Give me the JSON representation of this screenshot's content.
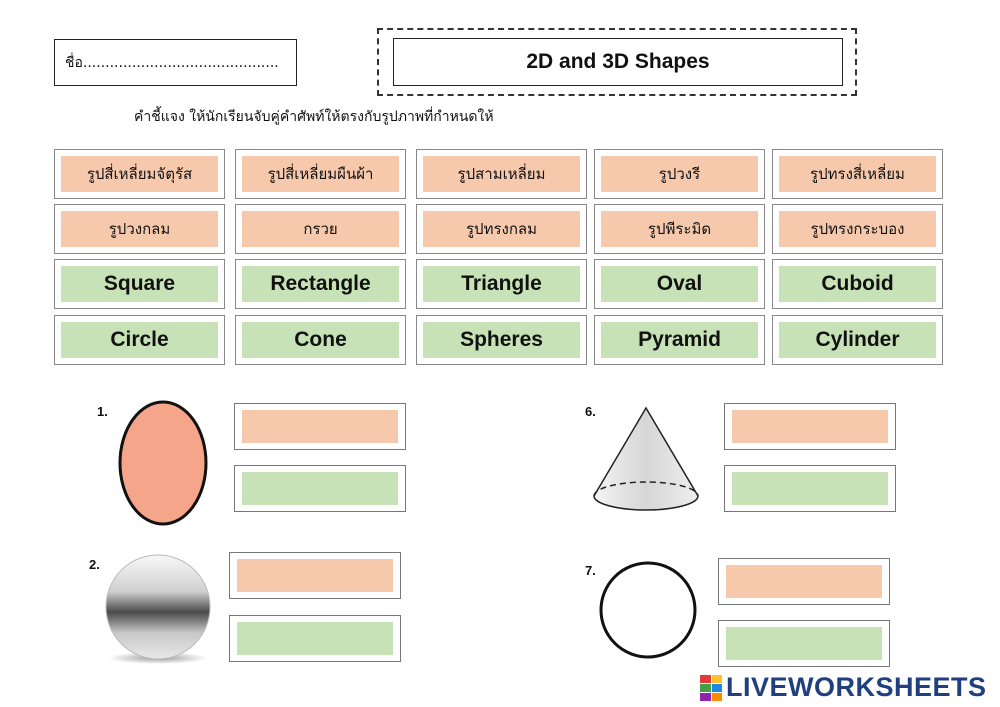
{
  "header": {
    "name_label": "ชื่อ............................................",
    "title": "2D and 3D Shapes",
    "instructions": "คำชี้แจง ให้นักเรียนจับคู่คำศัพท์ให้ตรงกับรูปภาพที่กำหนดให้"
  },
  "word_bank": {
    "thai_row1": [
      "รูปสี่เหลี่ยมจัตุรัส",
      "รูปสี่เหลี่ยมผืนผ้า",
      "รูปสามเหลี่ยม",
      "รูปวงรี",
      "รูปทรงสี่เหลี่ยม"
    ],
    "thai_row2": [
      "รูปวงกลม",
      "กรวย",
      "รูปทรงกลม",
      "รูปพีระมิด",
      "รูปทรงกระบอง"
    ],
    "english_row1": [
      "Square",
      "Rectangle",
      "Triangle",
      "Oval",
      "Cuboid"
    ],
    "english_row2": [
      "Circle",
      "Cone",
      "Spheres",
      "Pyramid",
      "Cylinder"
    ]
  },
  "questions": [
    {
      "number": "1.",
      "picture": "oval-shape"
    },
    {
      "number": "2.",
      "picture": "sphere-shape"
    },
    {
      "number": "6.",
      "picture": "cone-shape"
    },
    {
      "number": "7.",
      "picture": "circle-shape"
    }
  ],
  "colors": {
    "thai_box": "#f6c9ad",
    "english_box": "#c6e2b6",
    "oval_fill": "#f4a58a",
    "brand": "#1f3f7f"
  },
  "branding": {
    "text": "LIVEWORKSHEETS",
    "logo_letters": [
      "L",
      "I",
      "V",
      "E"
    ]
  }
}
